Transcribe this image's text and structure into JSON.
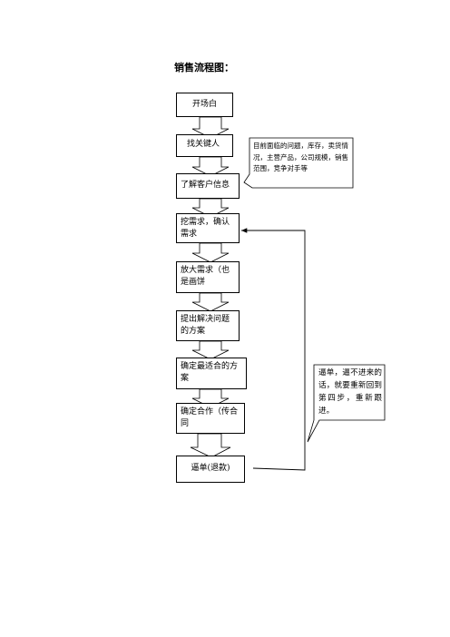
{
  "title": "销售流程图：",
  "steps": [
    "开场白",
    "找关键人",
    "了解客户信息",
    "挖需求，确认需求",
    "放大需求（也是画饼",
    "提出解决问题的方案",
    "确定最适合的方案",
    "确定合作（传合同",
    "逼单(退款)"
  ],
  "callouts": {
    "customer_info": "目前面临的问题，库存，卖货情况，主营产品，公司规模，销售范围，竞争对手等",
    "loop_back": "逼单，逼不进来的话，就要重新回到第四步，重新跟进。"
  }
}
